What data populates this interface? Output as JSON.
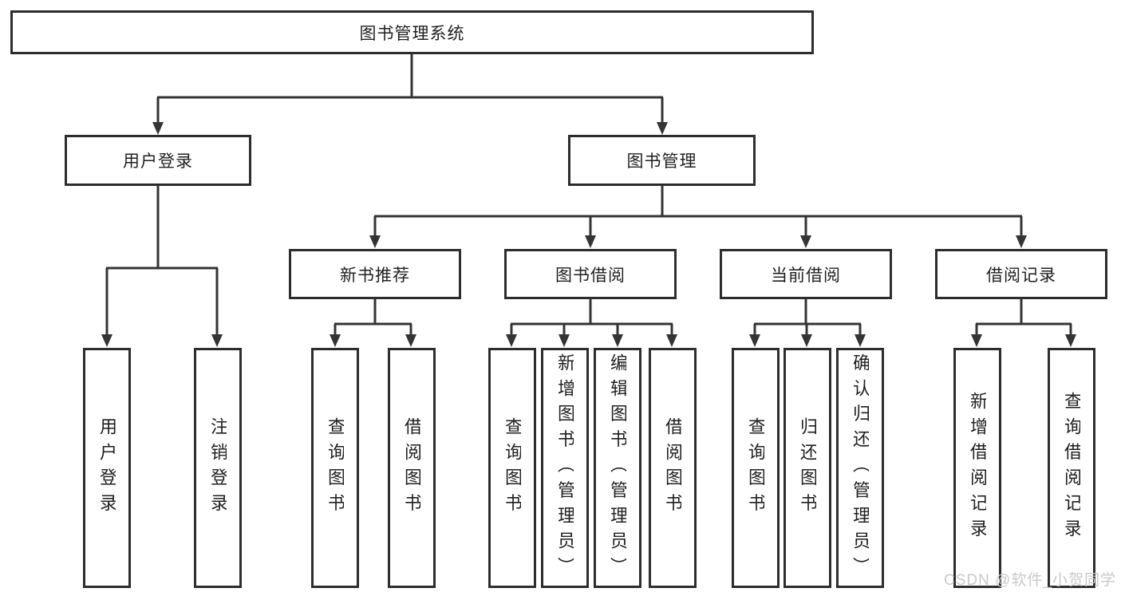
{
  "diagram": {
    "tree": {
      "label": "图书管理系统",
      "children": [
        {
          "label": "用户登录",
          "children": [
            {
              "label": "用户登录"
            },
            {
              "label": "注销登录"
            }
          ]
        },
        {
          "label": "图书管理",
          "children": [
            {
              "label": "新书推荐",
              "children": [
                {
                  "label": "查询图书"
                },
                {
                  "label": "借阅图书"
                }
              ]
            },
            {
              "label": "图书借阅",
              "children": [
                {
                  "label": "查询图书"
                },
                {
                  "label": "新增图书（管理员）"
                },
                {
                  "label": "编辑图书（管理员）"
                },
                {
                  "label": "借阅图书"
                }
              ]
            },
            {
              "label": "当前借阅",
              "children": [
                {
                  "label": "查询图书"
                },
                {
                  "label": "归还图书"
                },
                {
                  "label": "确认归还（管理员）"
                }
              ]
            },
            {
              "label": "借阅记录",
              "children": [
                {
                  "label": "新增借阅记录"
                },
                {
                  "label": "查询借阅记录"
                }
              ]
            }
          ]
        }
      ]
    },
    "colors": {
      "line": "#343434",
      "box_border": "#2d2d2d",
      "text": "#1f1f1f",
      "background": "#ffffff",
      "watermark": "#c9c9c9"
    }
  },
  "watermark": "CSDN @软件_小贺同学"
}
